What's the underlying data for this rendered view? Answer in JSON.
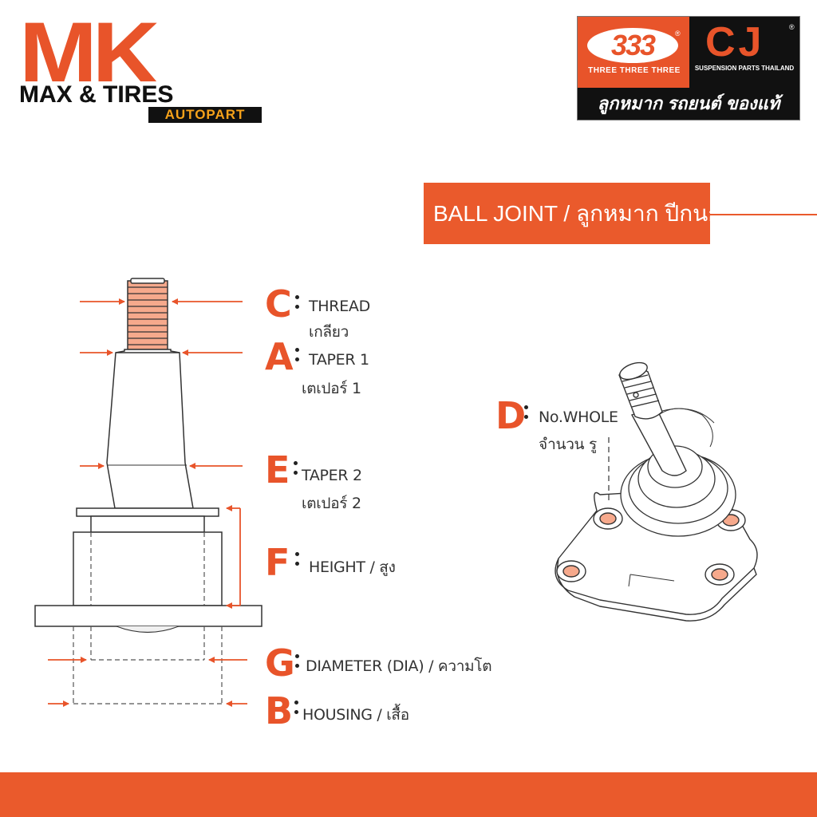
{
  "logo_mk": {
    "letters": "MK",
    "subtitle": "MAX & TIRES",
    "autopart": "AUTOPART"
  },
  "logo_brand": {
    "number": "333",
    "reg": "®",
    "three": "THREE THREE THREE",
    "cj": "CJ",
    "cj_reg": "®",
    "suspension": "SUSPENSION PARTS THAILAND",
    "thai_tagline": "ลูกหมาก รถยนต์ ของแท้"
  },
  "title": {
    "text": "BALL JOINT / ลูกหมาก ปีกนก"
  },
  "labels": {
    "c": {
      "letter": "C",
      "en": "THREAD",
      "th": "เกลียว"
    },
    "a": {
      "letter": "A",
      "en": "TAPER 1",
      "th": "เตเปอร์ 1"
    },
    "e": {
      "letter": "E",
      "en": "TAPER 2",
      "th": "เตเปอร์ 2"
    },
    "f": {
      "letter": "F",
      "text": "HEIGHT / สูง"
    },
    "g": {
      "letter": "G",
      "text": "DIAMETER (DIA) / ความโต"
    },
    "b": {
      "letter": "B",
      "text": "HOUSING / เสื้อ"
    },
    "d": {
      "letter": "D",
      "en": "No.WHOLE",
      "th": "จำนวน รู"
    }
  },
  "colors": {
    "accent": "#e8542a",
    "dark": "#111111",
    "line": "#333333"
  }
}
